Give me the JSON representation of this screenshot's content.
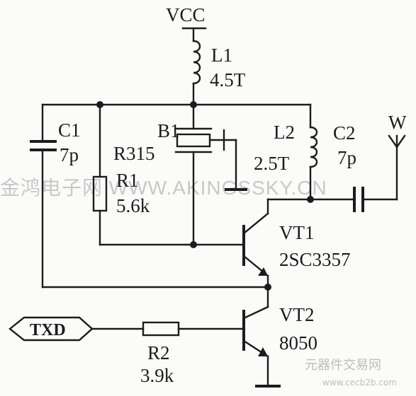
{
  "watermark": {
    "main": "金鸿电子网 WWW.AKINGSSKY.CN",
    "corner_top": "元器件交易网",
    "corner_bottom": "www.cecb2b.com"
  },
  "power": {
    "label": "VCC"
  },
  "L1": {
    "name": "L1",
    "value": "4.5T"
  },
  "L2": {
    "name": "L2",
    "value": "2.5T"
  },
  "B1": {
    "name": "B1",
    "value": "R315"
  },
  "C1": {
    "name": "C1",
    "value": "7p"
  },
  "C2": {
    "name": "C2",
    "value": "7p"
  },
  "R1": {
    "name": "R1",
    "value": "5.6k"
  },
  "R2": {
    "name": "R2",
    "value": "3.9k"
  },
  "VT1": {
    "name": "VT1",
    "value": "2SC3357"
  },
  "VT2": {
    "name": "VT2",
    "value": "8050"
  },
  "antenna": {
    "label": "W"
  },
  "input": {
    "label": "TXD"
  }
}
